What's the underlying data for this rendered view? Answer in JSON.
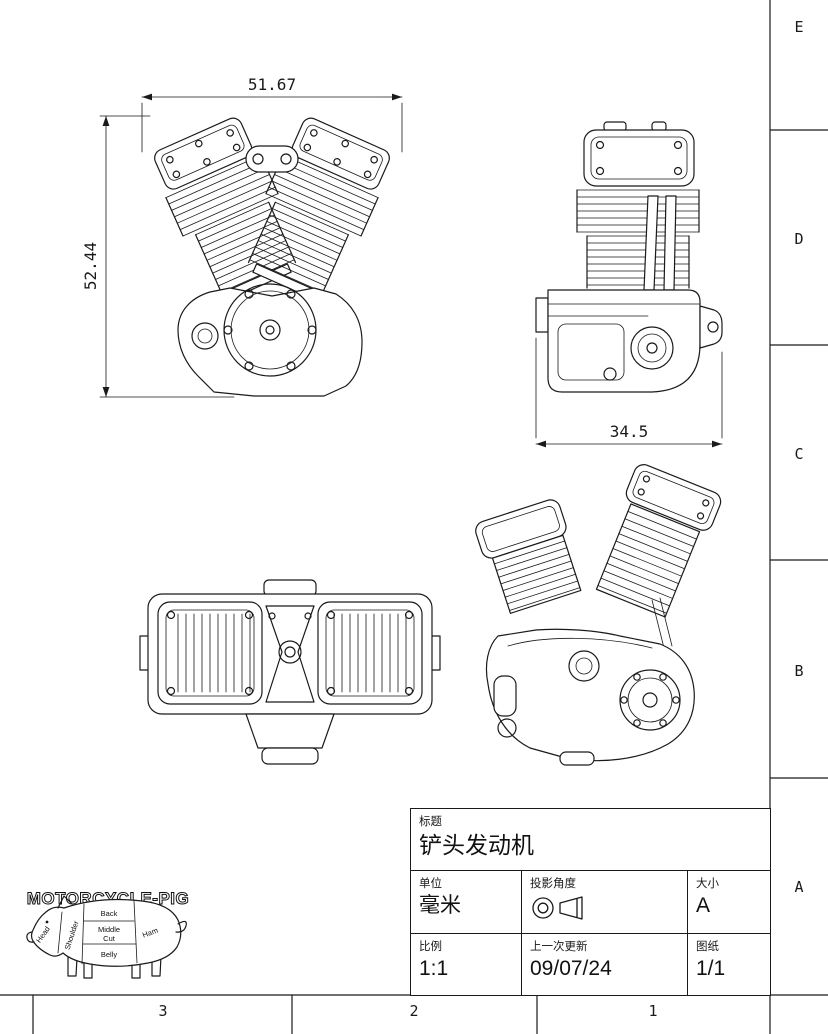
{
  "colors": {
    "line": "#1a1a1a",
    "paper": "#ffffff"
  },
  "dimensions": {
    "front_width": "51.67",
    "front_height": "52.44",
    "side_width": "34.5"
  },
  "title_block": {
    "title": {
      "label": "标题",
      "value": "铲头发动机"
    },
    "unit": {
      "label": "单位",
      "value": "毫米"
    },
    "projection": {
      "label": "投影角度"
    },
    "size": {
      "label": "大小",
      "value": "A"
    },
    "scale": {
      "label": "比例",
      "value": "1:1"
    },
    "updated": {
      "label": "上一次更新",
      "value": "09/07/24"
    },
    "sheet": {
      "label": "图纸",
      "value": "1/1"
    }
  },
  "border": {
    "row_labels": [
      "E",
      "D",
      "C",
      "B",
      "A"
    ],
    "col_labels": [
      "3",
      "2",
      "1"
    ]
  },
  "logo": {
    "brand": "MOTORCYCLE-PIG",
    "cuts": {
      "head": "Head",
      "shoulder": "Shoulder",
      "back": "Back",
      "middle_line1": "Middle",
      "middle_line2": "Cut",
      "belly": "Belly",
      "ham": "Ham"
    }
  }
}
